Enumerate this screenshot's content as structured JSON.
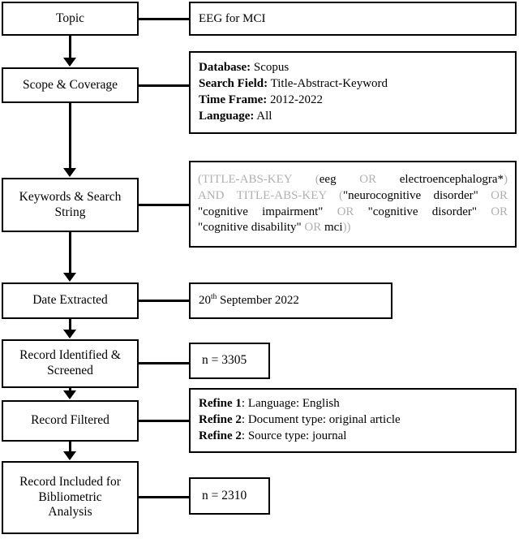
{
  "diagram": {
    "title": "EEG for MCI bibliometric search workflow",
    "type": "flowchart",
    "line_color": "#000000",
    "operator_color": "#b0b0b0"
  },
  "stages": [
    {
      "id": "topic",
      "label": "Topic"
    },
    {
      "id": "scope",
      "label": "Scope & Coverage"
    },
    {
      "id": "keywords",
      "label_line1": "Keywords & Search",
      "label_line2": "String"
    },
    {
      "id": "date",
      "label": "Date Extracted"
    },
    {
      "id": "screened",
      "label_line1": "Record Identified &",
      "label_line2": "Screened"
    },
    {
      "id": "filtered",
      "label": "Record Filtered"
    },
    {
      "id": "included",
      "label_line1": "Record Included for",
      "label_line2": "Bibliometric",
      "label_line3": "Analysis"
    }
  ],
  "details": {
    "topic": {
      "value": "EEG for MCI"
    },
    "scope": {
      "lines": [
        {
          "label": "Database:",
          "value": "Scopus"
        },
        {
          "label": "Search Field:",
          "value": "Title-Abstract-Keyword"
        },
        {
          "label": "Time Frame:",
          "value": "2012-2022"
        },
        {
          "label": "Language:",
          "value": "All"
        }
      ]
    },
    "search_string": {
      "full_text": "(TITLE-ABS-KEY (eeg OR electroencephalogra*) AND TITLE-ABS-KEY (\"neurocognitive disorder\" OR \"cognitive impairment\" OR \"cognitive disorder\" OR \"cognitive disability\" OR mci))",
      "line1": {
        "op_a": "(TITLE-ABS-KEY",
        "op_b": "(",
        "term_a": "eeg",
        "op_c": "OR",
        "term_b": "electroencephalogra*",
        "op_d": ")"
      },
      "line2": {
        "op_a": "AND TITLE-ABS-KEY (",
        "term_a": "\"neurocognitive disorder\"",
        "op_b": "OR"
      },
      "line3": {
        "term_a": "\"cognitive impairment\"",
        "op_a": "OR",
        "term_b": "\"cognitive disorder\"",
        "op_b": "OR"
      },
      "line4": {
        "term_a": "\"cognitive disability\"",
        "op_a": "OR",
        "term_b": "mci",
        "op_b": "))"
      }
    },
    "date": {
      "day": "20",
      "ordinal": "th",
      "rest": " September 2022"
    },
    "screened": {
      "value": "n = 3305"
    },
    "filtered": {
      "lines": [
        {
          "label": "Refine 1",
          "value": ": Language: English"
        },
        {
          "label": "Refine 2",
          "value": ": Document type: original article"
        },
        {
          "label": "Refine 2",
          "value": ": Source type: journal"
        }
      ]
    },
    "included": {
      "value": "n = 2310"
    }
  }
}
